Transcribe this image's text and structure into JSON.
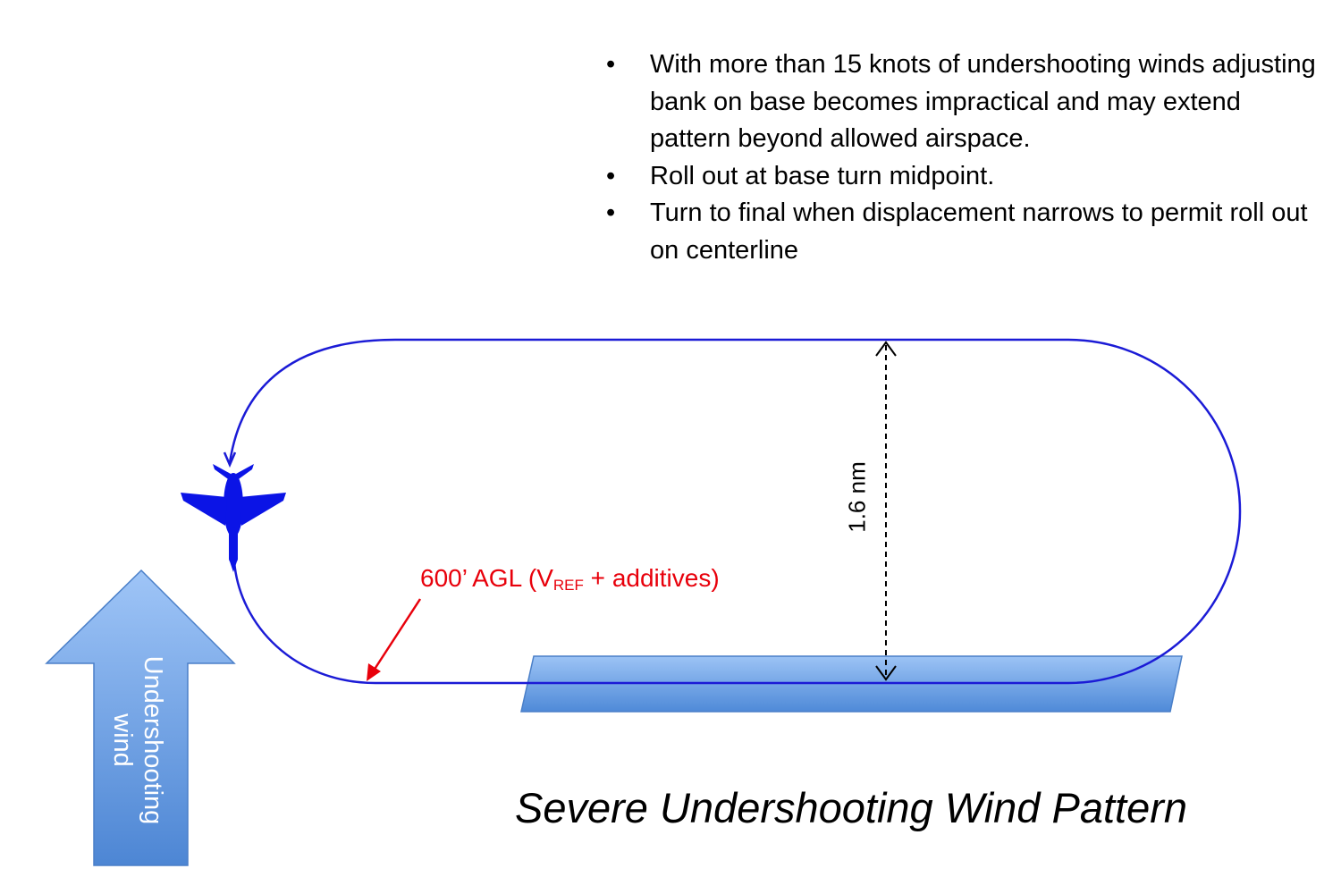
{
  "notes": [
    "With more than 15 knots of undershooting winds adjusting bank on base becomes impractical and may extend pattern beyond allowed airspace.",
    "Roll out at base turn midpoint.",
    "Turn to final when displacement narrows to permit roll out on centerline"
  ],
  "bullet_char": "•",
  "distance_label": "1.6 nm",
  "altitude_label": {
    "prefix": "600’ AGL (V",
    "subscript": "REF",
    "suffix": " + additives)"
  },
  "wind_arrow": {
    "line1": "Undershooting",
    "line2": "wind"
  },
  "title": "Severe Undershooting Wind Pattern",
  "colors": {
    "pattern": "#1b1bd6",
    "aircraft": "#0b14e6",
    "annotation": "#e8000b",
    "runway_fill": "#5b96e0",
    "arrow_fill": "#5b96e0"
  },
  "icons": {
    "aircraft": "jet-aircraft-icon",
    "wind": "up-arrow-icon"
  }
}
